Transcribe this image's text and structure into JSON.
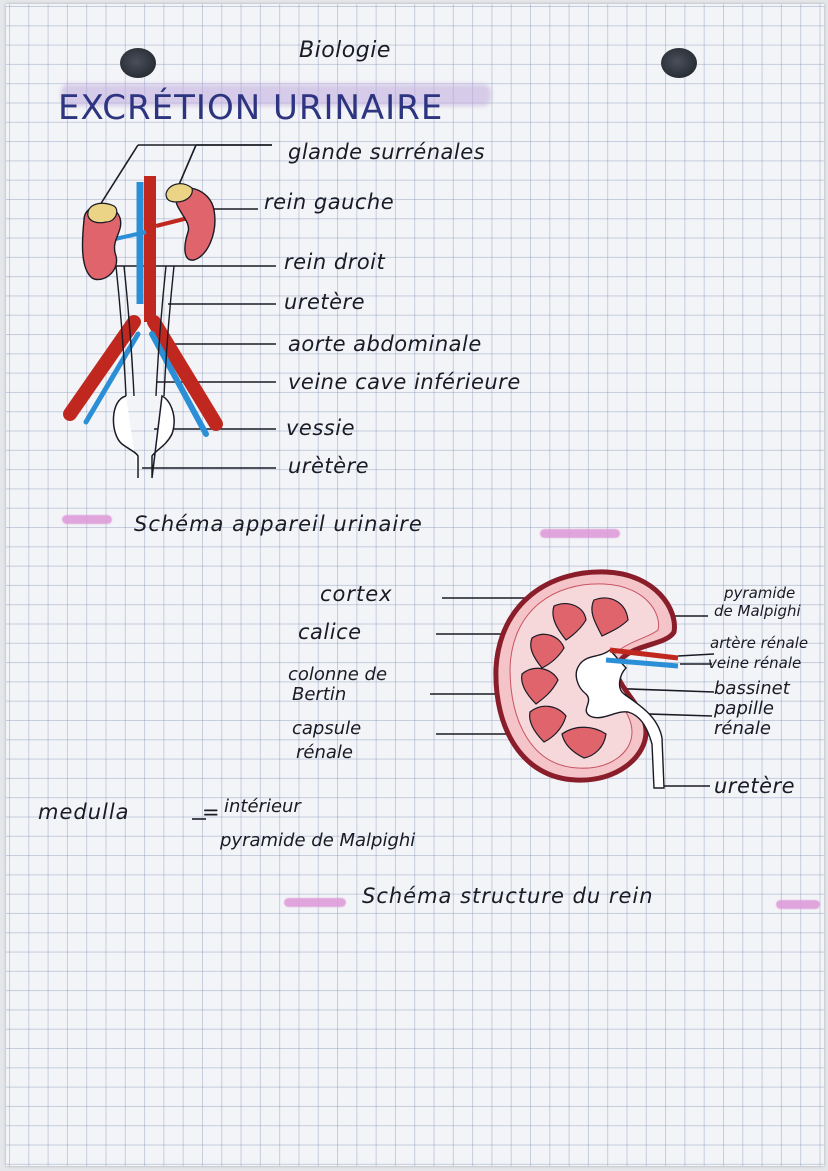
{
  "header": {
    "subject": "Biologie",
    "title": "EXCRÉTION URINAIRE"
  },
  "urinary_system": {
    "labels": [
      "glande surrénales",
      "rein gauche",
      "rein droit",
      "uretère",
      "aorte abdominale",
      "veine cave inférieure",
      "vessie",
      "urètère"
    ],
    "caption": "Schéma appareil urinaire"
  },
  "kidney": {
    "left_labels": [
      "cortex",
      "calice",
      "colonne de",
      "Bertin",
      "capsule",
      "rénale"
    ],
    "right_labels": [
      "pyramide",
      "de Malpighi",
      "artère rénale",
      "veine rénale",
      "bassinet",
      "papille",
      "rénale",
      "uretère"
    ],
    "caption": "Schéma structure du rein"
  },
  "note": {
    "term": "medulla",
    "equals": "=",
    "line1": "intérieur",
    "line2": "pyramide de Malpighi"
  },
  "colors": {
    "ink": "#1a1b25",
    "title_ink": "#2d3480",
    "artery": "#c0281f",
    "vein": "#2a8fd6",
    "kidney": "#e0646c",
    "gland": "#ecd487",
    "highlight": "#dc96d7"
  }
}
